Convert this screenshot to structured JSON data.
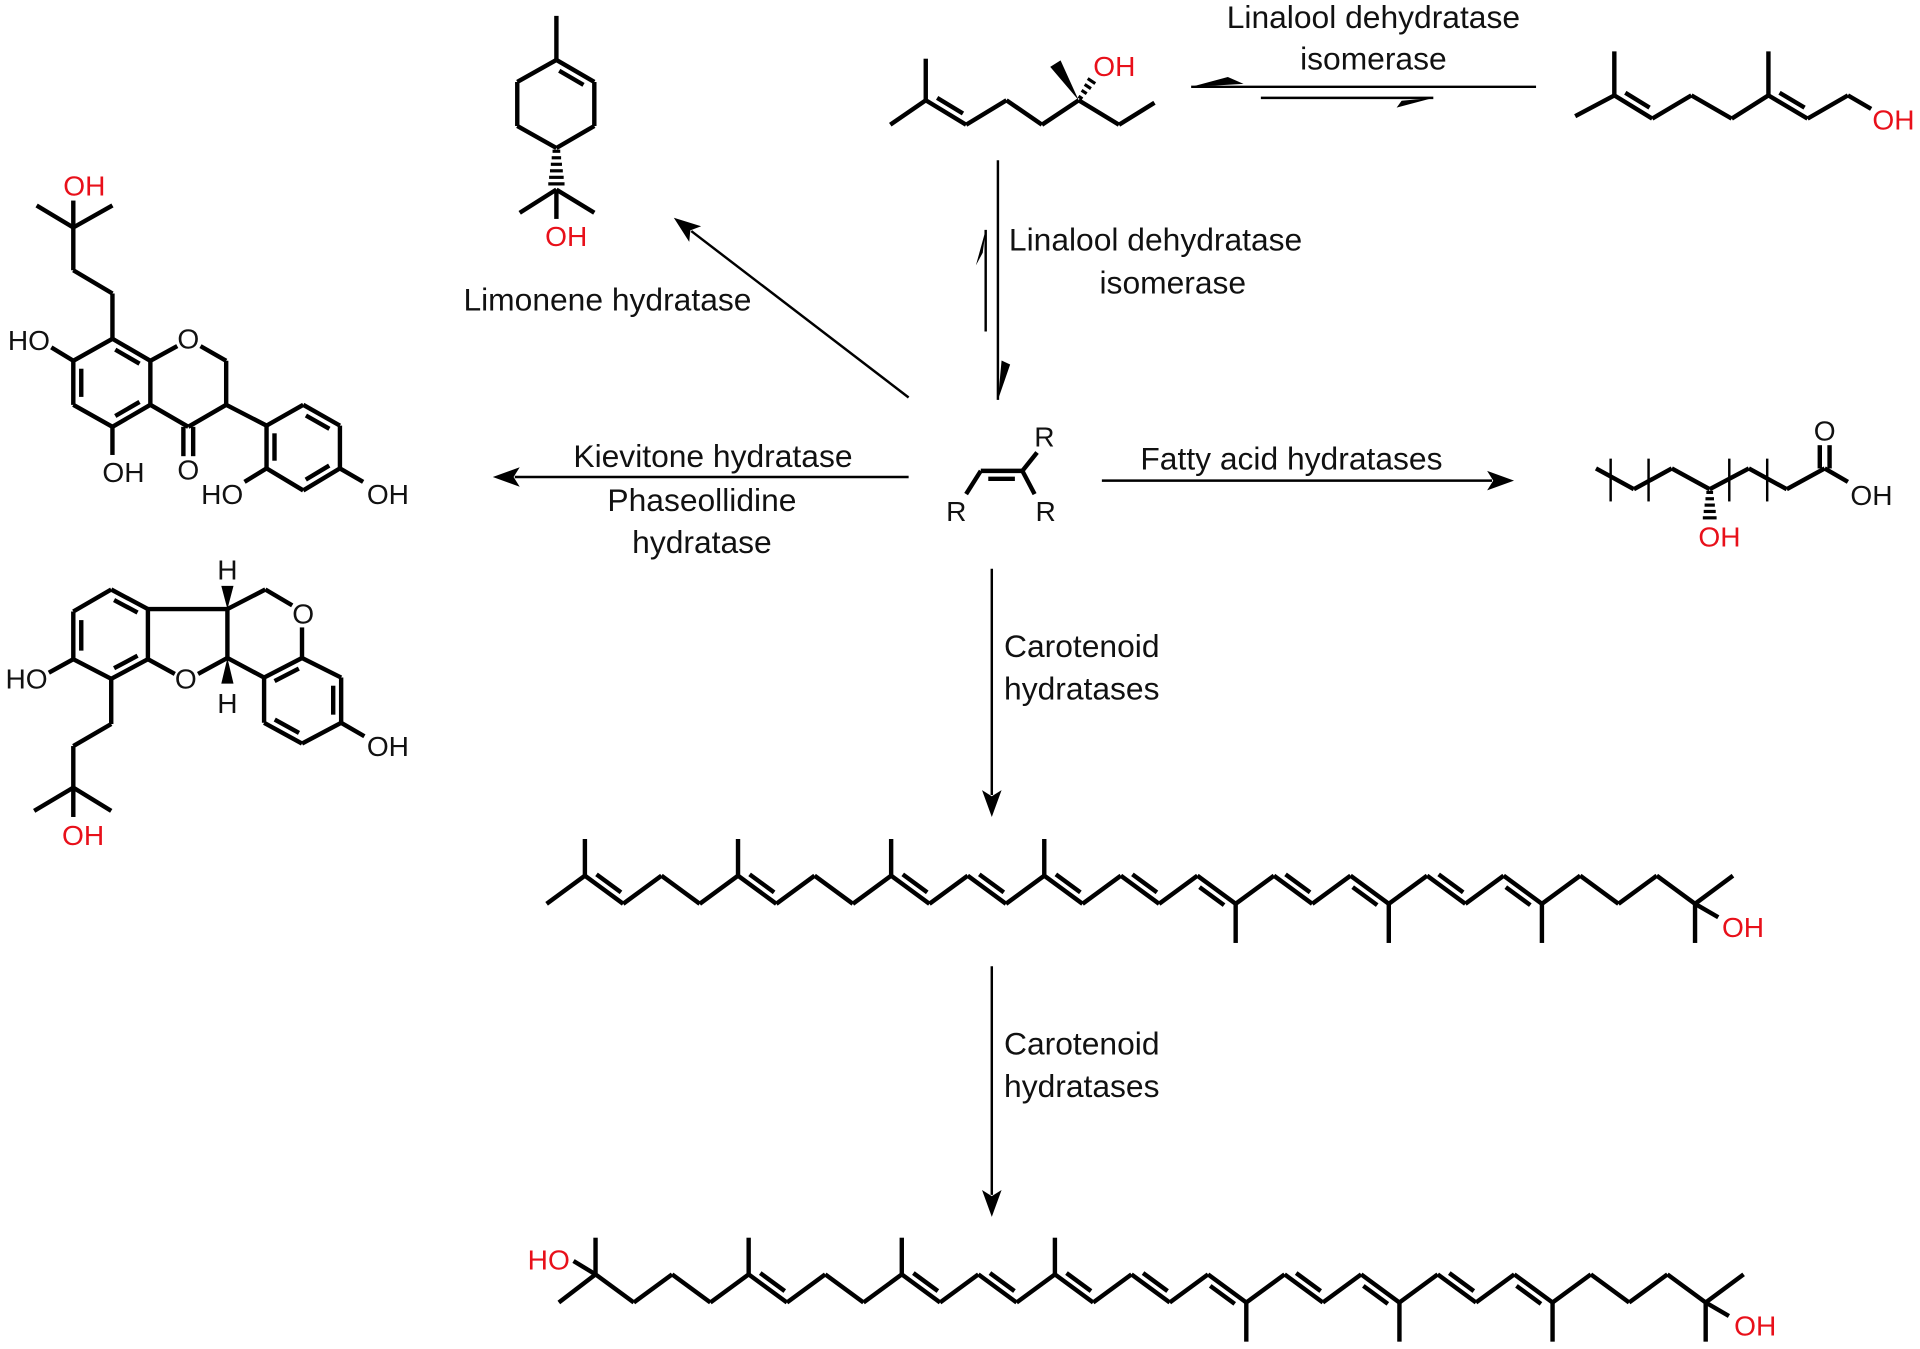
{
  "colors": {
    "bond": "#000000",
    "text": "#111111",
    "hydroxyl": "#e8101a"
  },
  "enzymes": {
    "linalool_top": [
      "Linalool dehydratase",
      "isomerase"
    ],
    "linalool_side": [
      "Linalool dehydratase",
      "isomerase"
    ],
    "limonene": "Limonene hydratase",
    "kievitone": [
      "Kievitone hydratase",
      "Phaseollidine",
      "hydratase"
    ],
    "fatty_acid": "Fatty acid hydratases",
    "carotenoid_1": [
      "Carotenoid",
      "hydratases"
    ],
    "carotenoid_2": [
      "Carotenoid",
      "hydratases"
    ]
  },
  "atoms": {
    "terpineol": {
      "oh": "OH"
    },
    "linalool": {
      "oh": "OH"
    },
    "geraniol": {
      "oh": "OH"
    },
    "alkene": {
      "r1": "R",
      "r2": "R",
      "r3": "R"
    },
    "fatty_acid": {
      "o": "O",
      "oh_acid": "OH",
      "oh": "OH"
    },
    "isoflavanone": {
      "oh_top": "OH",
      "ho7": "HO",
      "ring_o": "O",
      "oh5": "OH",
      "keto_o": "O",
      "ho2p": "HO",
      "oh4p": "OH"
    },
    "pterocarpan": {
      "h_top": "H",
      "h_bottom": "H",
      "furan_o": "O",
      "pyran_o": "O",
      "ho": "HO",
      "oh": "OH",
      "oh_bottom": "OH"
    },
    "carotenoid_mono": {
      "oh": "OH"
    },
    "carotenoid_di": {
      "ho": "HO",
      "oh": "OH"
    }
  }
}
